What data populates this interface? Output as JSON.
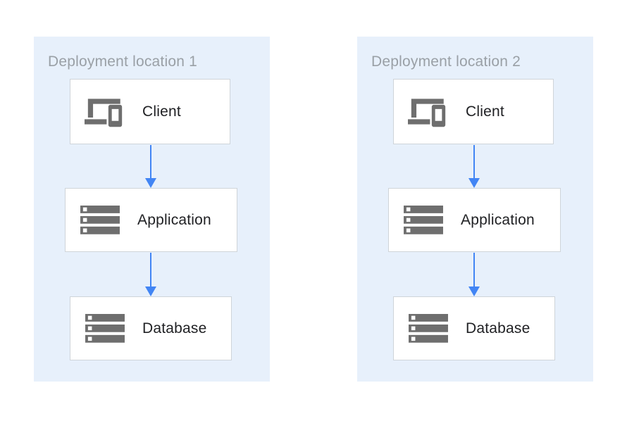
{
  "diagram": {
    "panels": [
      {
        "title": "Deployment location 1",
        "nodes": [
          {
            "label": "Client",
            "icon": "devices-icon"
          },
          {
            "label": "Application",
            "icon": "server-stack-icon"
          },
          {
            "label": "Database",
            "icon": "server-stack-icon"
          }
        ],
        "edges": [
          {
            "from": "Client",
            "to": "Application"
          },
          {
            "from": "Application",
            "to": "Database"
          }
        ]
      },
      {
        "title": "Deployment location 2",
        "nodes": [
          {
            "label": "Client",
            "icon": "devices-icon"
          },
          {
            "label": "Application",
            "icon": "server-stack-icon"
          },
          {
            "label": "Database",
            "icon": "server-stack-icon"
          }
        ],
        "edges": [
          {
            "from": "Client",
            "to": "Application"
          },
          {
            "from": "Application",
            "to": "Database"
          }
        ]
      }
    ],
    "colors": {
      "panel_bg": "#e7f0fb",
      "arrow": "#4285f4",
      "icon": "#6e6e6e",
      "title_text": "#9aa0a6",
      "node_text": "#202124",
      "node_border": "#cfd4d9"
    }
  }
}
